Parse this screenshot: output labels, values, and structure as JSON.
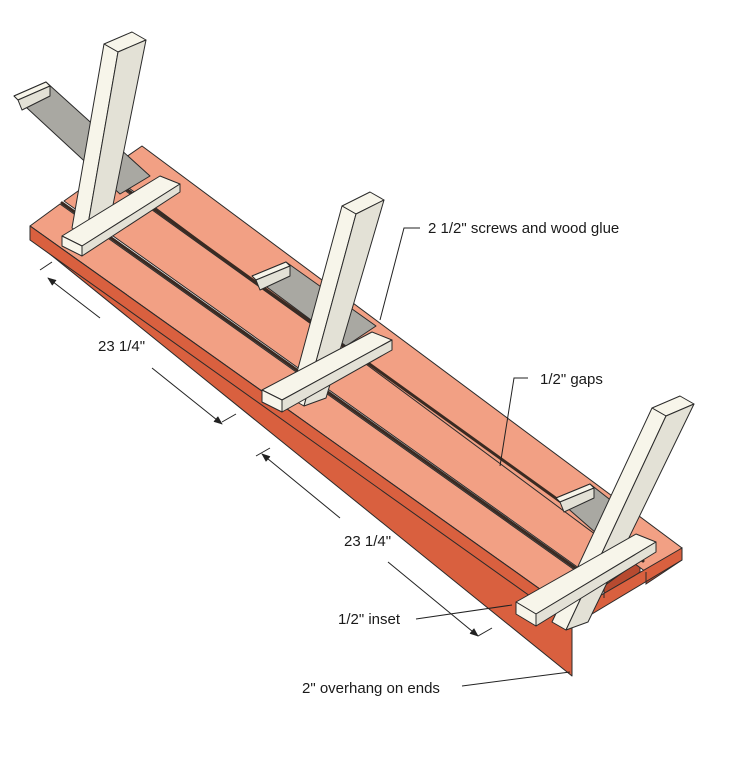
{
  "diagram": {
    "labels": {
      "screws": "2 1/2\" screws and wood glue",
      "gaps": "1/2\" gaps",
      "dim_left": "23 1/4\"",
      "dim_right": "23 1/4\"",
      "inset": "1/2\" inset",
      "overhang": "2\" overhang on ends"
    },
    "colors": {
      "plank_top": "#f2a084",
      "plank_side": "#d9603f",
      "leg_wood": "#f7f5ea",
      "brace": "#b9b7ae"
    }
  }
}
